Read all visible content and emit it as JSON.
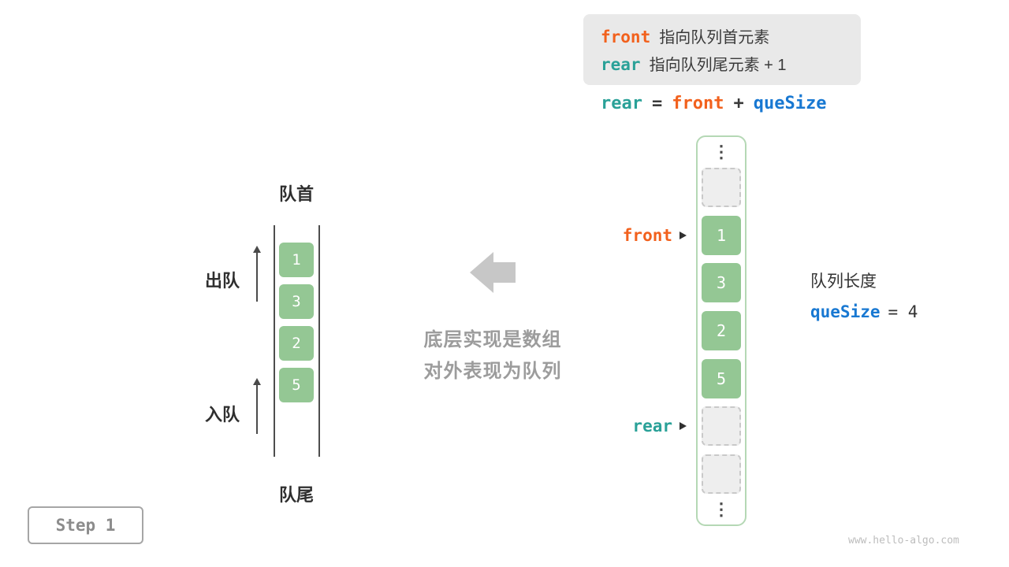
{
  "colors": {
    "orange": "#f2611d",
    "teal": "#2aa198",
    "blue": "#1878d2",
    "green": "#94c794",
    "green-border": "#b5d8b5"
  },
  "info_box": {
    "lines": [
      {
        "keyword": "front",
        "color": "orange",
        "text": "指向队列首元素"
      },
      {
        "keyword": "rear",
        "color": "teal",
        "text": "指向队列尾元素 + 1"
      }
    ]
  },
  "formula": {
    "tokens": [
      {
        "text": "rear",
        "color": "teal"
      },
      {
        "text": "=",
        "color": "dark"
      },
      {
        "text": "front",
        "color": "orange"
      },
      {
        "text": "+",
        "color": "dark"
      },
      {
        "text": "queSize",
        "color": "blue"
      }
    ]
  },
  "array_column": {
    "ellipsis_glyph": "⋮",
    "cells": [
      {
        "type": "ellipsis"
      },
      {
        "type": "empty"
      },
      {
        "type": "filled",
        "value": "1"
      },
      {
        "type": "filled",
        "value": "3"
      },
      {
        "type": "filled",
        "value": "2"
      },
      {
        "type": "filled",
        "value": "5"
      },
      {
        "type": "empty"
      },
      {
        "type": "empty"
      },
      {
        "type": "ellipsis"
      }
    ],
    "pointers": [
      {
        "label": "front",
        "color": "orange",
        "cell_index": 2
      },
      {
        "label": "rear",
        "color": "teal",
        "cell_index": 6
      }
    ]
  },
  "queue_info": {
    "length_label": "队列长度",
    "quesize_keyword": "queSize",
    "quesize_value": "= 4"
  },
  "left_queue": {
    "top_label": "队首",
    "bottom_label": "队尾",
    "dequeue_label": "出队",
    "enqueue_label": "入队",
    "values": [
      "1",
      "3",
      "2",
      "5"
    ]
  },
  "center": {
    "caption_line1": "底层实现是数组",
    "caption_line2": "对外表现为队列"
  },
  "page": {
    "step_label": "Step 1",
    "watermark": "www.hello-algo.com"
  }
}
